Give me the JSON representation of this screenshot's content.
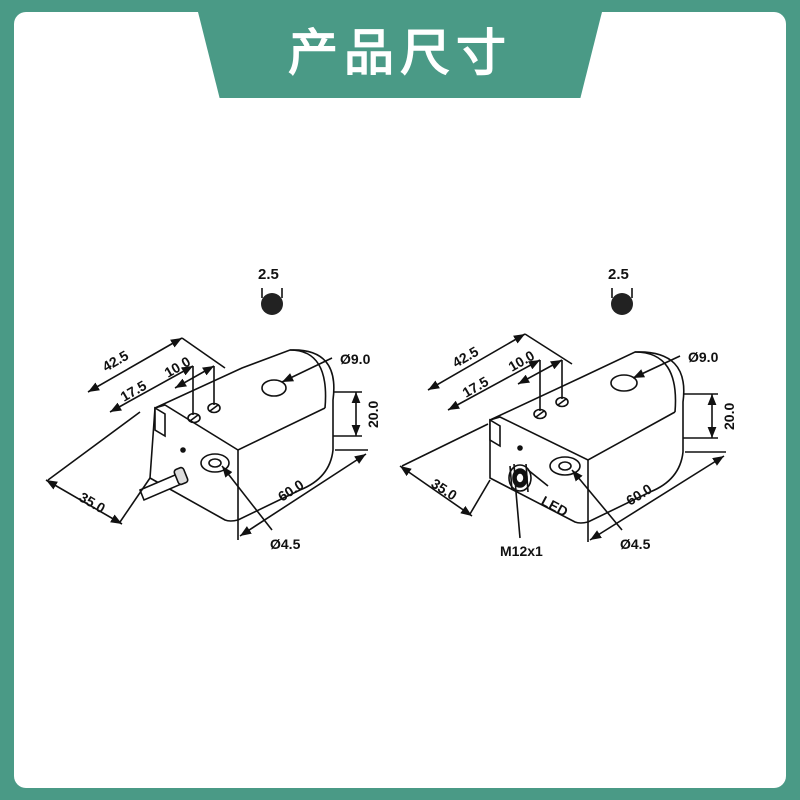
{
  "header": {
    "title": "产品尺寸"
  },
  "colors": {
    "accent": "#4a9a86",
    "panel": "#ffffff",
    "ink": "#111111",
    "led_marker": "#222222"
  },
  "drawings": [
    {
      "id": "cable-model",
      "dims": {
        "top": "2.5",
        "width_overall": "42.5",
        "offset_a": "17.5",
        "offset_b": "10.0",
        "hole_big": "9.0",
        "height": "20.0",
        "depth": "35.0",
        "length": "60.0",
        "hole_small": "4.5"
      }
    },
    {
      "id": "connector-model",
      "dims": {
        "top": "2.5",
        "width_overall": "42.5",
        "offset_a": "17.5",
        "offset_b": "10.0",
        "hole_big": "9.0",
        "height": "20.0",
        "depth": "35.0",
        "length": "60.0",
        "hole_small": "4.5"
      },
      "connector_label": "M12x1",
      "led_label": "LED"
    }
  ]
}
